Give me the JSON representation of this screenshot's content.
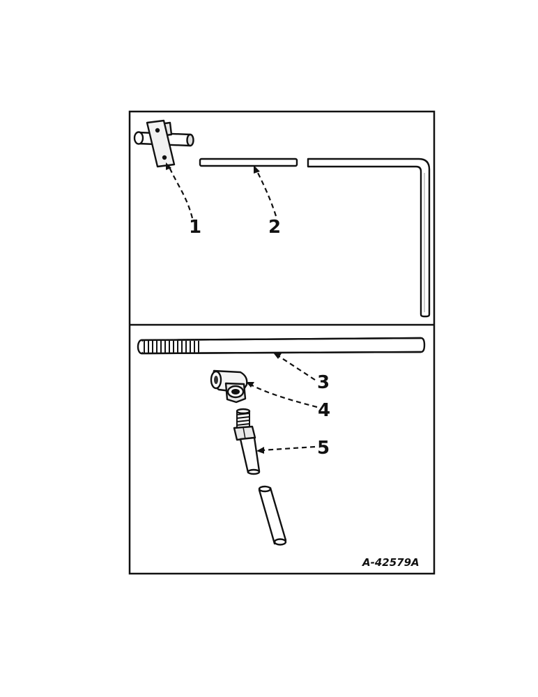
{
  "callouts": [
    {
      "id": "1",
      "label": "1"
    },
    {
      "id": "2",
      "label": "2"
    },
    {
      "id": "3",
      "label": "3"
    },
    {
      "id": "4",
      "label": "4"
    },
    {
      "id": "5",
      "label": "5"
    }
  ],
  "figure_id": "A-42579A",
  "colors": {
    "ink": "#111111",
    "paper": "#ffffff"
  }
}
